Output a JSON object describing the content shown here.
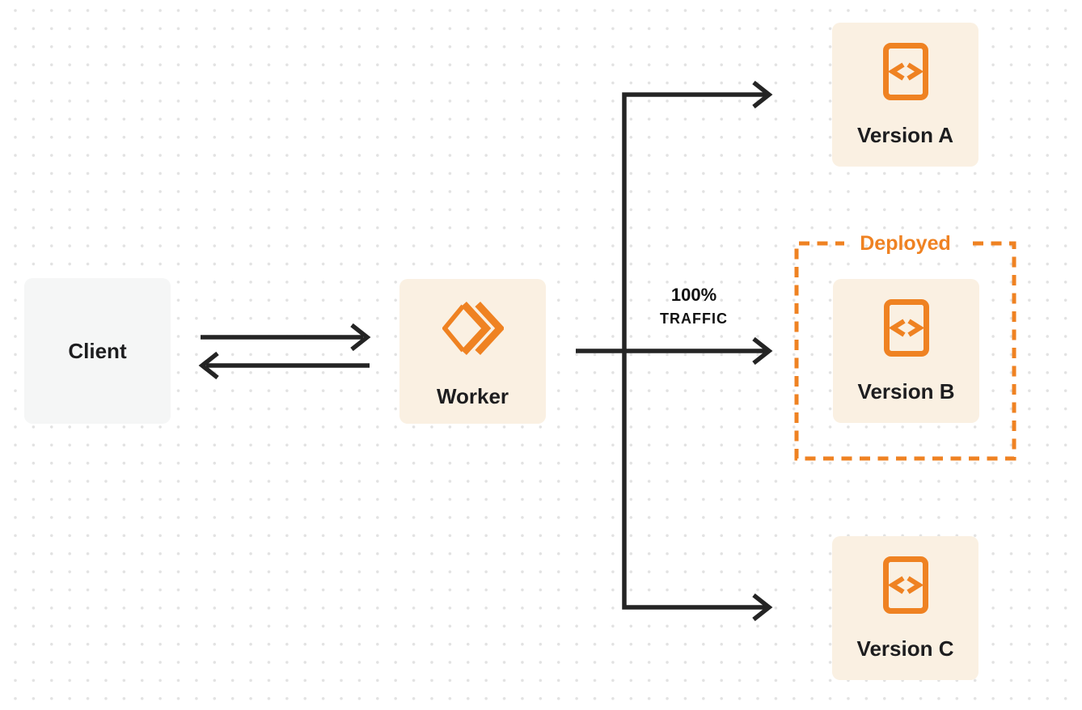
{
  "diagram": {
    "title_semantic": "worker-traffic-routing-diagram",
    "client": {
      "label": "Client"
    },
    "worker": {
      "label": "Worker"
    },
    "versions": [
      {
        "label": "Version A",
        "deployed": false
      },
      {
        "label": "Version B",
        "deployed": true
      },
      {
        "label": "Version C",
        "deployed": false
      }
    ],
    "deployed_badge": {
      "label": "Deployed"
    },
    "traffic_label": {
      "line1": "100%",
      "line2": "TRAFFIC"
    },
    "edges": [
      {
        "from": "client",
        "to": "worker",
        "direction": "right"
      },
      {
        "from": "worker",
        "to": "client",
        "direction": "left"
      },
      {
        "from": "worker",
        "to": "version-a"
      },
      {
        "from": "worker",
        "to": "version-b",
        "label": "100% TRAFFIC"
      },
      {
        "from": "worker",
        "to": "version-c"
      }
    ]
  },
  "colors": {
    "accent_orange": "#ef8222",
    "node_cream": "#faf0e2",
    "client_gray": "#f5f6f6",
    "line_dark": "#242424",
    "text_dark": "#1d1d1f",
    "dot_grid": "#e2e2e2"
  },
  "icons": {
    "worker_logo": "workers-chevron-logo-icon",
    "version_file": "code-file-icon"
  }
}
